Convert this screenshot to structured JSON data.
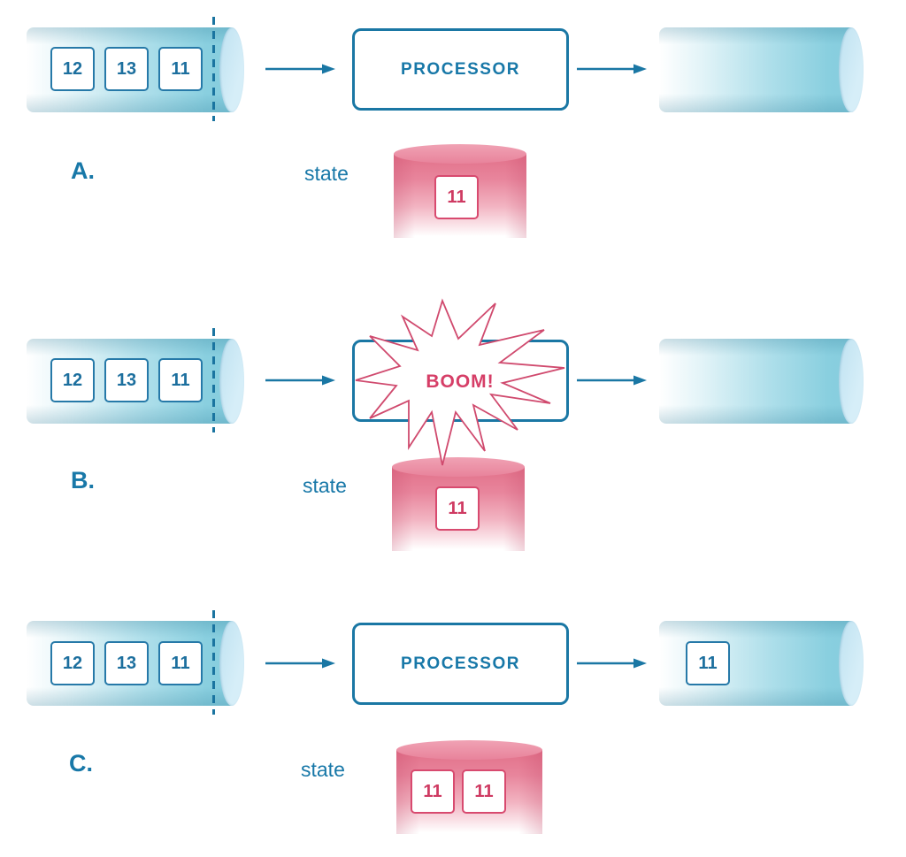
{
  "colors": {
    "accent_blue": "#1a77a4",
    "text_blue": "#1878a8",
    "pipe_teal": "#8ed2e2",
    "pipe_cap_blue": "#cbe7f2",
    "pink_accent": "#d84a6f",
    "pink_text": "#cf3a62",
    "cylinder_pink": "#e4718c"
  },
  "rows": [
    {
      "label": "A.",
      "state_label": "state",
      "input_items": [
        "12",
        "13",
        "11"
      ],
      "processor_label": "PROCESSOR",
      "state_items": [
        "11"
      ],
      "output_items": []
    },
    {
      "label": "B.",
      "state_label": "state",
      "input_items": [
        "12",
        "13",
        "11"
      ],
      "processor_label": "",
      "boom_label": "BOOM!",
      "state_items": [
        "11"
      ],
      "output_items": []
    },
    {
      "label": "C.",
      "state_label": "state",
      "input_items": [
        "12",
        "13",
        "11"
      ],
      "processor_label": "PROCESSOR",
      "state_items": [
        "11",
        "11"
      ],
      "output_items": [
        "11"
      ]
    }
  ]
}
